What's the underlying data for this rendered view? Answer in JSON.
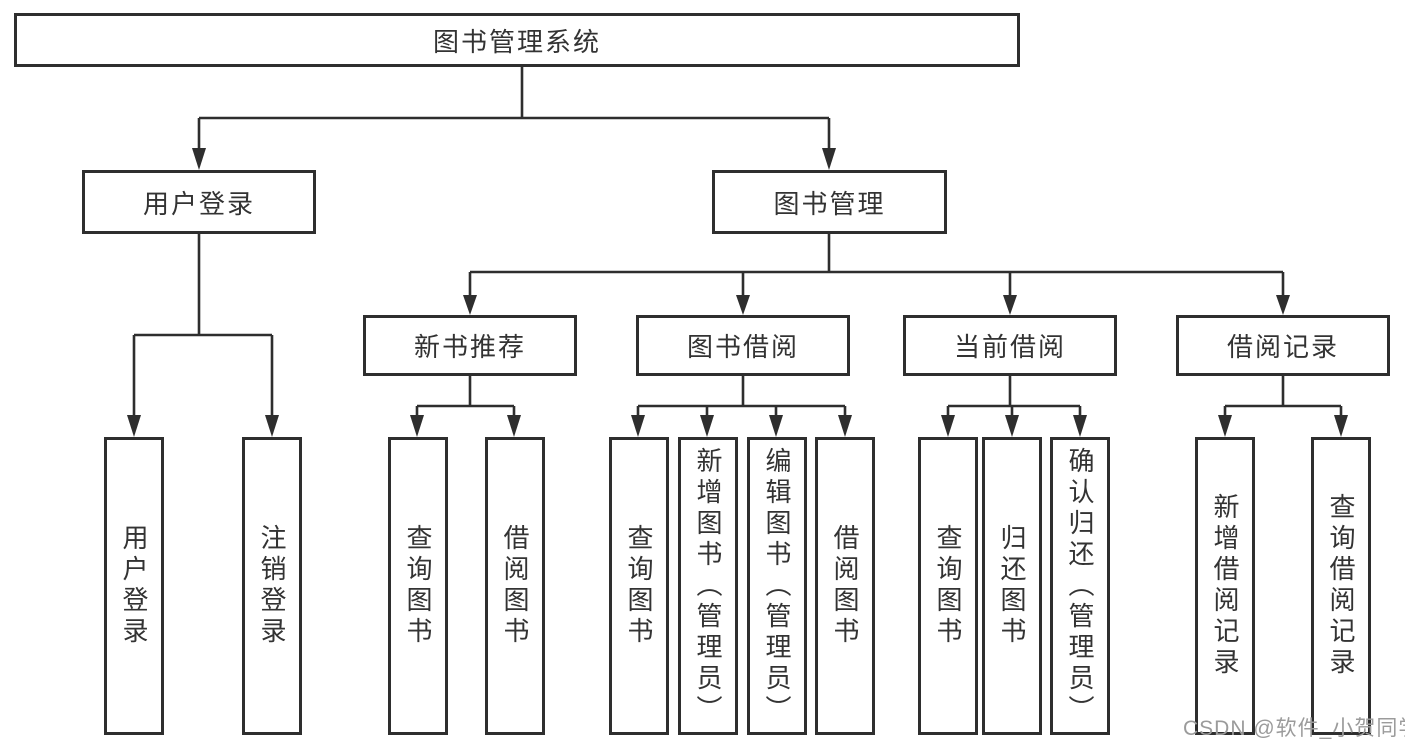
{
  "diagram": {
    "root": {
      "label": "图书管理系统"
    },
    "level2": [
      {
        "label": "用户登录",
        "children": [
          {
            "label": "用户登录"
          },
          {
            "label": "注销登录"
          }
        ]
      },
      {
        "label": "图书管理",
        "children": [
          {
            "label": "新书推荐",
            "children": [
              {
                "label": "查询图书"
              },
              {
                "label": "借阅图书"
              }
            ]
          },
          {
            "label": "图书借阅",
            "children": [
              {
                "label": "查询图书"
              },
              {
                "label": "新增图书（管理员）"
              },
              {
                "label": "编辑图书（管理员）"
              },
              {
                "label": "借阅图书"
              }
            ]
          },
          {
            "label": "当前借阅",
            "children": [
              {
                "label": "查询图书"
              },
              {
                "label": "归还图书"
              },
              {
                "label": "确认归还（管理员）"
              }
            ]
          },
          {
            "label": "借阅记录",
            "children": [
              {
                "label": "新增借阅记录"
              },
              {
                "label": "查询借阅记录"
              }
            ]
          }
        ]
      }
    ],
    "watermark": "CSDN @软件_小贺同学",
    "colors": {
      "line": "#2e2e2e",
      "text": "#333333",
      "watermark": "#9b9b9b",
      "background": "#ffffff"
    }
  }
}
